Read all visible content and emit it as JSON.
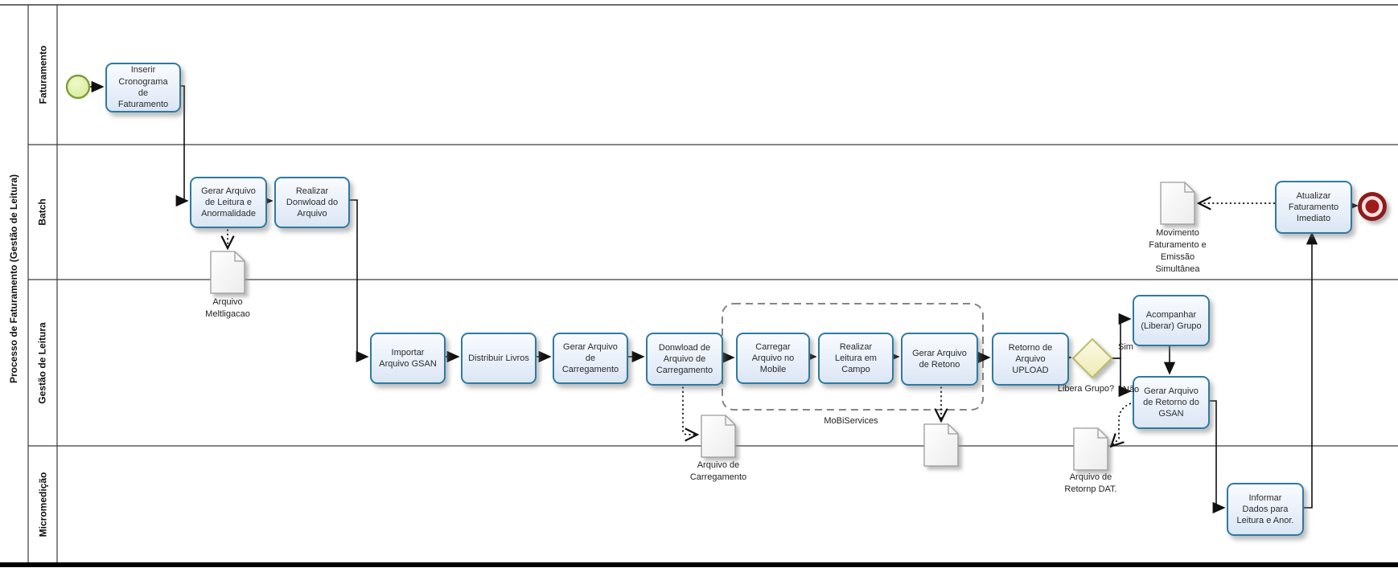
{
  "diagram": {
    "pool_label": "Processo de Faturamento (Gestão de Leitura)",
    "lanes": [
      {
        "label": "Faturamento"
      },
      {
        "label": "Batch"
      },
      {
        "label": "Gestão de Leitura"
      },
      {
        "label": "Micromedição"
      }
    ],
    "tasks": [
      {
        "label": "Inserir\nCronograma\nde\nFaturamento"
      },
      {
        "label": "Gerar Arquivo\nde Leitura e\nAnormalidade"
      },
      {
        "label": "Realizar\nDonwload  do\nArquivo"
      },
      {
        "label": "Importar\nArquivo  GSAN"
      },
      {
        "label": "Distribuir Livros"
      },
      {
        "label": "Gerar Arquivo\nde\nCarregamento"
      },
      {
        "label": "Donwload de\nArquivo de\nCarregamento"
      },
      {
        "label": "Carregar\nArquivo no\nMobile"
      },
      {
        "label": "Realizar\nLeitura  em\nCampo"
      },
      {
        "label": "Gerar Arquivo\nde Retono"
      },
      {
        "label": "Retorno de\nArquivo\nUPLOAD"
      },
      {
        "label": "Acompanhar\n(Liberar) Grupo"
      },
      {
        "label": "Gerar Arquivo\nde Retorno do\nGSAN"
      },
      {
        "label": "Informar\nDados para\nLeitura e Anor."
      },
      {
        "label": "Atualizar\nFaturamento\nImediato"
      }
    ],
    "gateway": {
      "label": "Libera Grupo?",
      "yes_label": "Sim",
      "no_label": "Não"
    },
    "documents": [
      {
        "label": "Arquivo\nMeltligacao"
      },
      {
        "label": "Movimento\nFaturamento e\nEmissão\nSimultânea"
      },
      {
        "label": "Arquivo de\nCarregamento"
      },
      {
        "label": ""
      },
      {
        "label": "Arquivo de\nRetornp DAT."
      }
    ],
    "group": {
      "label": "MoBiServices"
    },
    "colors": {
      "task_border": "#2e7aa5",
      "task_fill": "#e9f0fa",
      "start_fill": "#d9efa0",
      "start_border": "#7f9c38",
      "end_color": "#8c1b1b",
      "gateway_fill": "#f5f3d0",
      "gateway_border": "#bcbc6a"
    }
  }
}
